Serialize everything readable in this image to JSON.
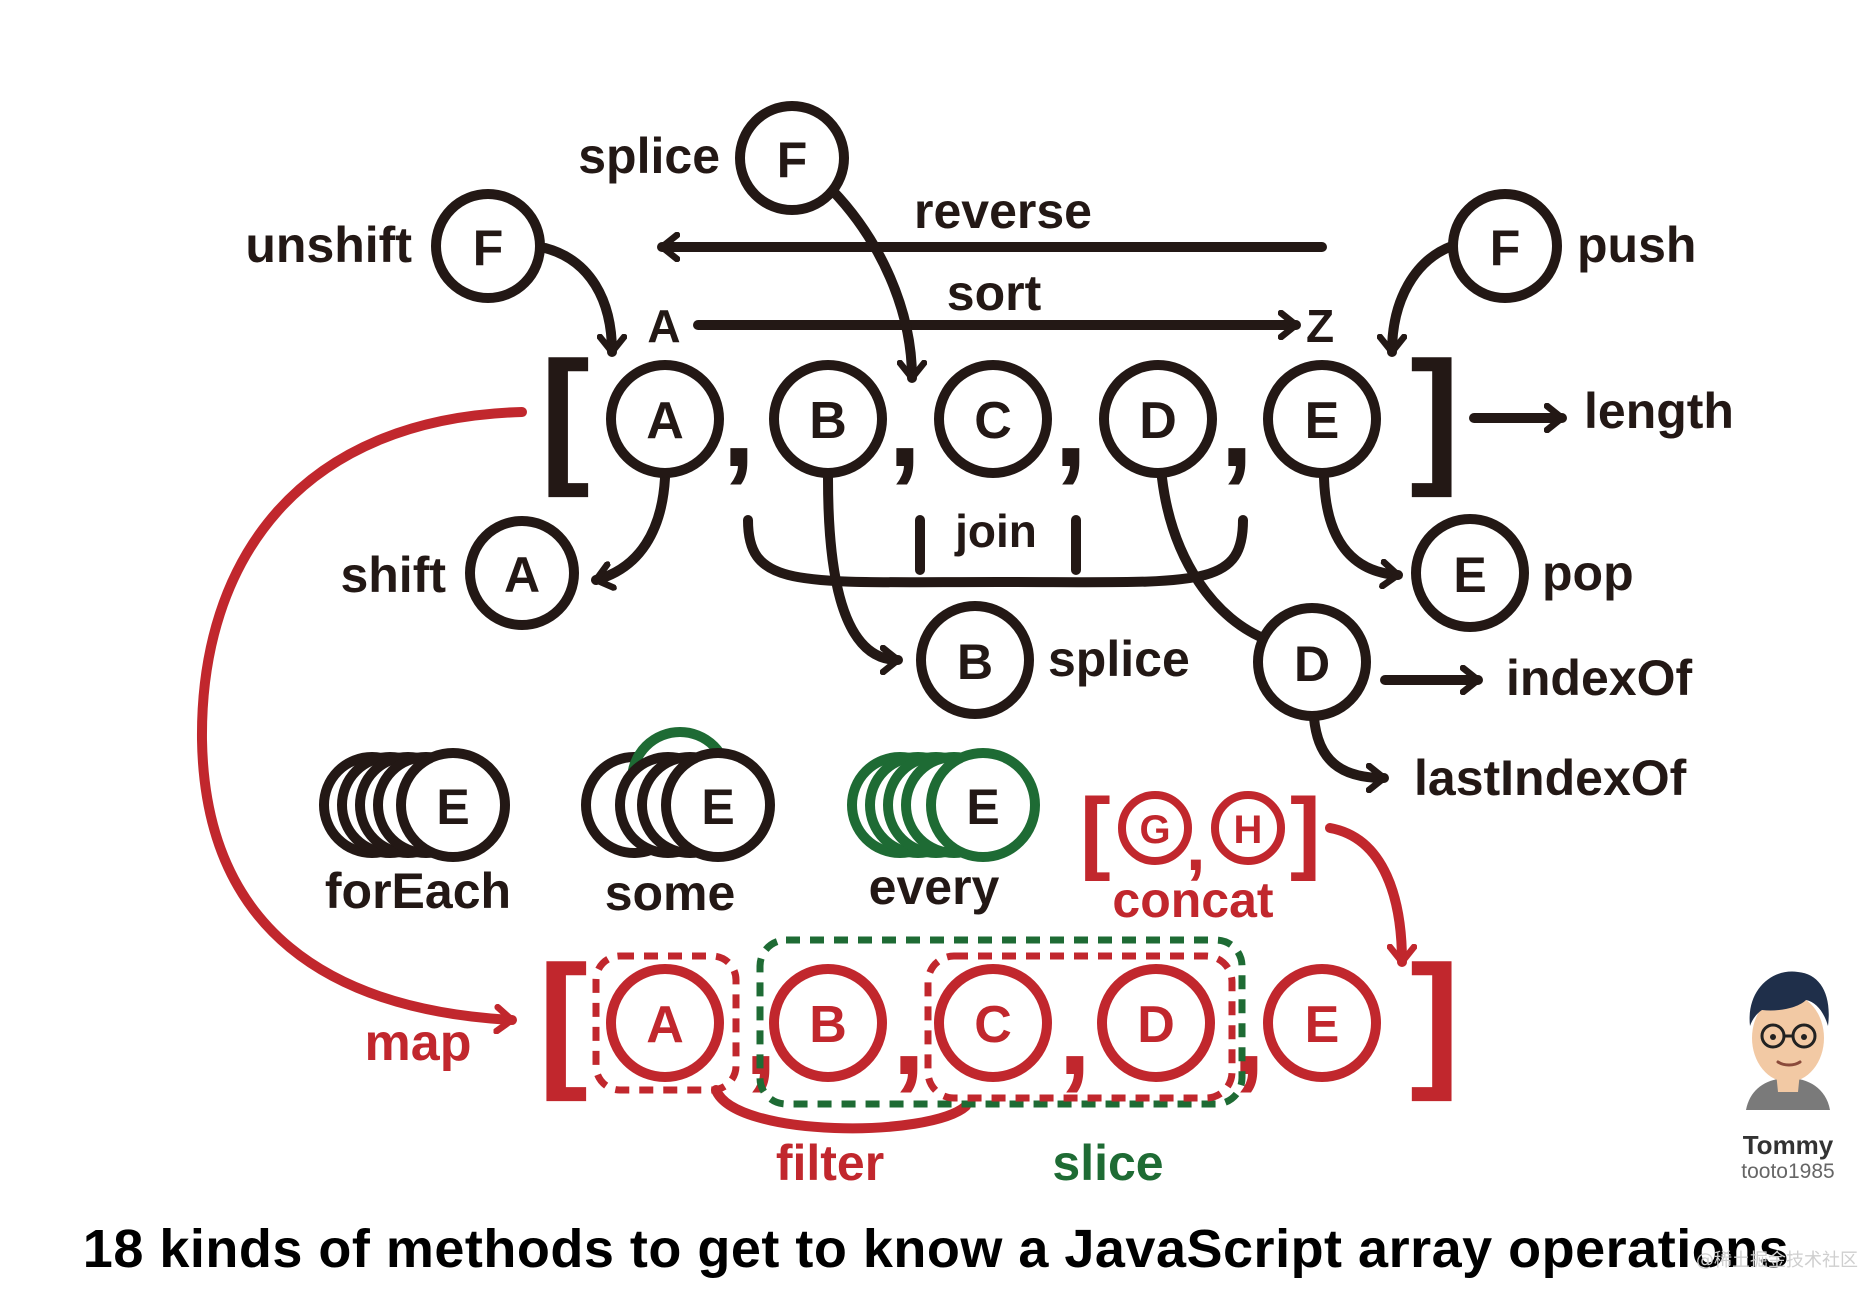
{
  "array": {
    "elements": [
      "A",
      "B",
      "C",
      "D",
      "E"
    ]
  },
  "methods": {
    "unshift": {
      "label": "unshift",
      "item": "F"
    },
    "splice_insert": {
      "label": "splice",
      "item": "F"
    },
    "push": {
      "label": "push",
      "item": "F"
    },
    "reverse": {
      "label": "reverse"
    },
    "sort": {
      "label": "sort",
      "from": "A",
      "to": "Z"
    },
    "length": {
      "label": "length"
    },
    "shift": {
      "label": "shift",
      "item": "A"
    },
    "join": {
      "label": "join"
    },
    "pop": {
      "label": "pop",
      "item": "E"
    },
    "splice_remove": {
      "label": "splice",
      "item": "B"
    },
    "indexOf": {
      "label": "indexOf",
      "item": "D"
    },
    "lastIndexOf": {
      "label": "lastIndexOf"
    },
    "forEach": {
      "label": "forEach",
      "item": "E"
    },
    "some": {
      "label": "some",
      "item": "E"
    },
    "every": {
      "label": "every",
      "item": "E"
    },
    "concat": {
      "label": "concat",
      "items": [
        "G",
        "H"
      ]
    },
    "map": {
      "label": "map"
    },
    "filter": {
      "label": "filter"
    },
    "slice": {
      "label": "slice"
    }
  },
  "mapped_array": {
    "elements": [
      "A",
      "B",
      "C",
      "D",
      "E"
    ]
  },
  "caption": "18 kinds of methods to get to know a JavaScript array operations",
  "author": {
    "name": "Tommy",
    "handle": "tooto1985"
  },
  "watermark": "@稀土掘金技术社区",
  "colors": {
    "black": "#231815",
    "red": "#c1272d",
    "green": "#1e6b34"
  }
}
